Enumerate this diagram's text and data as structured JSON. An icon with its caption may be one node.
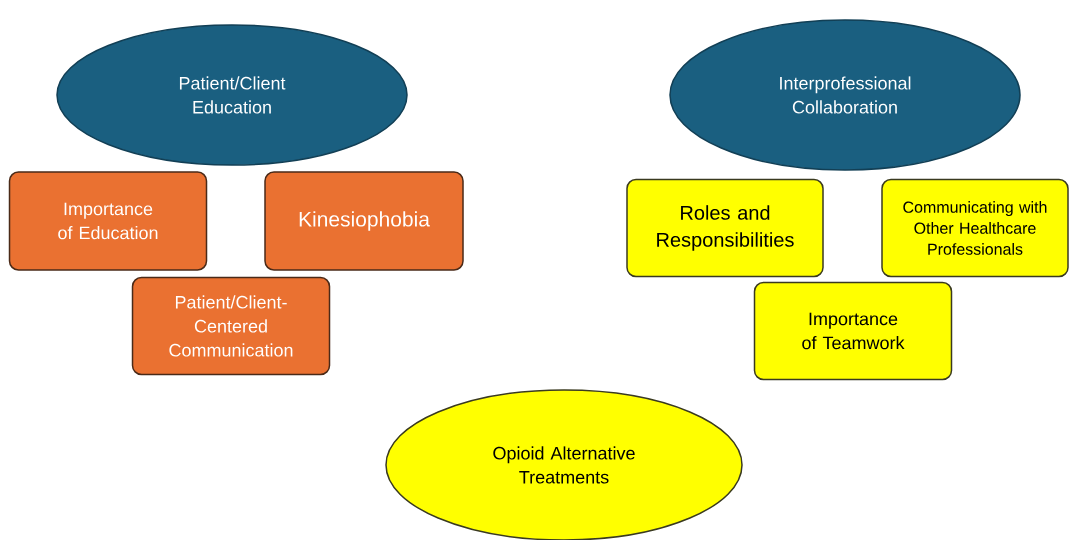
{
  "diagram": {
    "nodes": [
      {
        "text": [
          "Patient/Client Education"
        ]
      },
      {
        "text": [
          "Importance of Education"
        ]
      },
      {
        "text": [
          "Kinesiophobia"
        ]
      },
      {
        "text": [
          "Patient/Client-Centered Communication"
        ]
      },
      {
        "text": [
          "Interprofessional Collaboration"
        ]
      },
      {
        "text": [
          "Roles and Responsibilities"
        ]
      },
      {
        "text": [
          "Communicating with Other Healthcare Professionals"
        ]
      },
      {
        "text": [
          "Importance of Teamwork"
        ]
      },
      {
        "text": [
          "Opioid Alternative Treatments"
        ]
      }
    ]
  }
}
